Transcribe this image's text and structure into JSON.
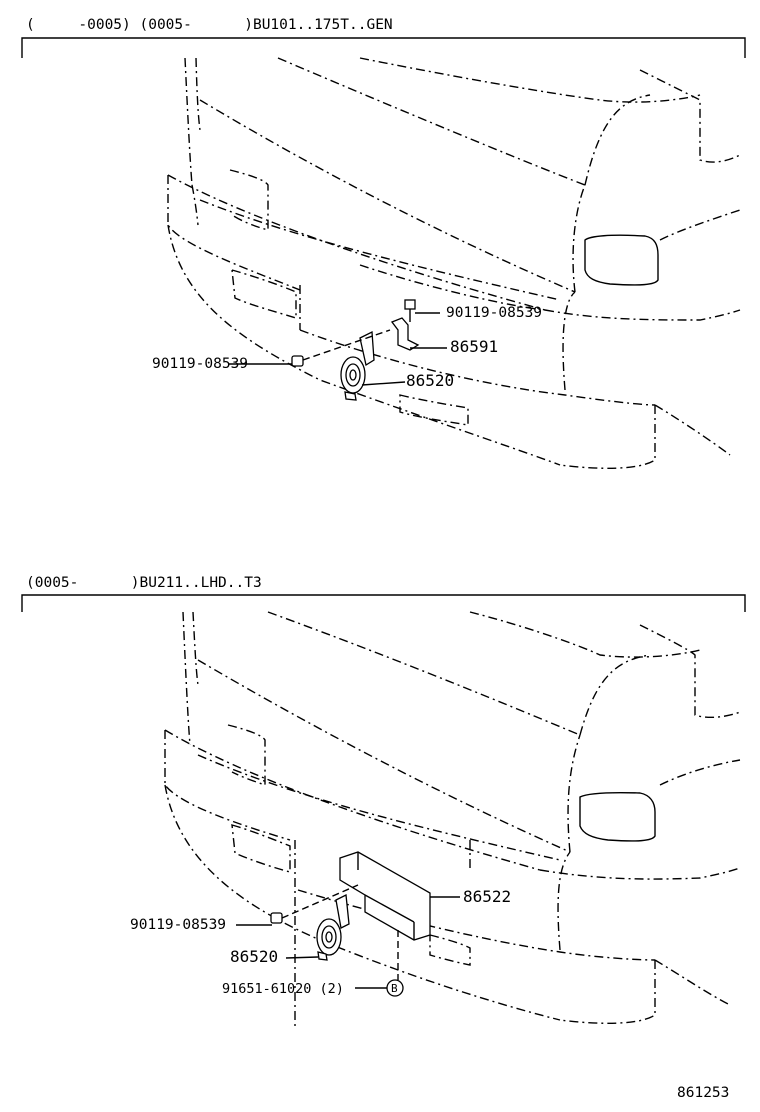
{
  "sections": [
    {
      "applicability": "(     -0005) (0005-      )BU101..175T..GEN",
      "parts": {
        "bolt_upper": "90119-08539",
        "bracket": "86591",
        "bolt_left": "90119-08539",
        "horn": "86520"
      }
    },
    {
      "applicability": "(0005-      )BU211..LHD..T3",
      "parts": {
        "bracket": "86522",
        "bolt_left": "90119-08539",
        "horn": "86520",
        "clip": "91651-61020 (2)"
      }
    }
  ],
  "clip_symbol": "B",
  "illustration_id": "861253"
}
